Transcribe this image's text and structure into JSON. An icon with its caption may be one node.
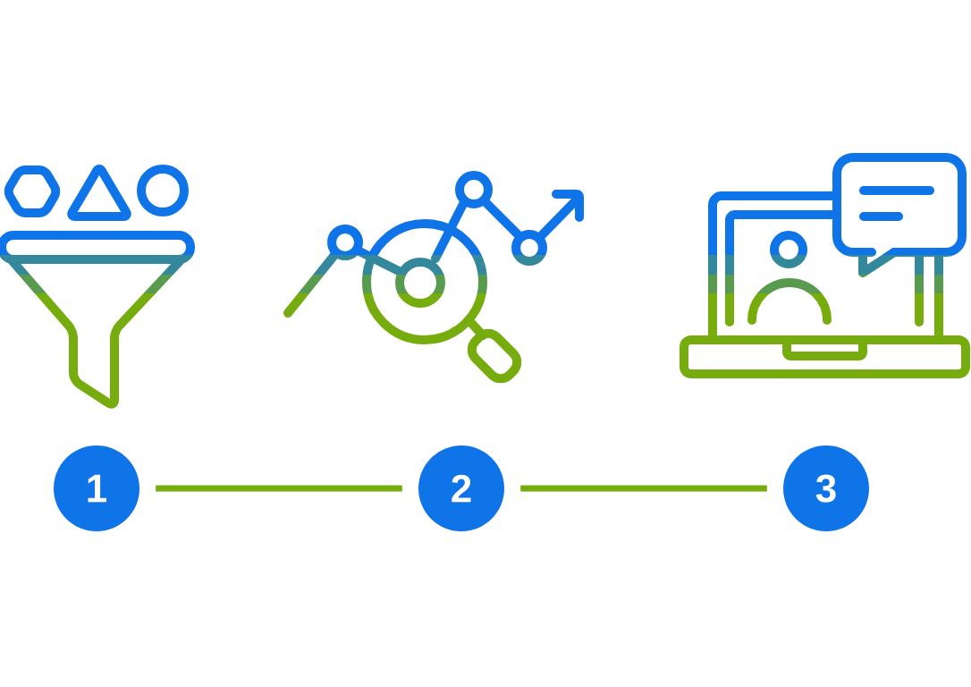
{
  "diagram": {
    "nodes": [
      {
        "text": [
          "1"
        ]
      },
      {
        "text": [
          "2"
        ]
      },
      {
        "text": [
          "3"
        ]
      }
    ],
    "edges": [
      {
        "from": 0,
        "to": 1,
        "arrow": "none"
      },
      {
        "from": 1,
        "to": 2,
        "arrow": "none"
      }
    ]
  }
}
